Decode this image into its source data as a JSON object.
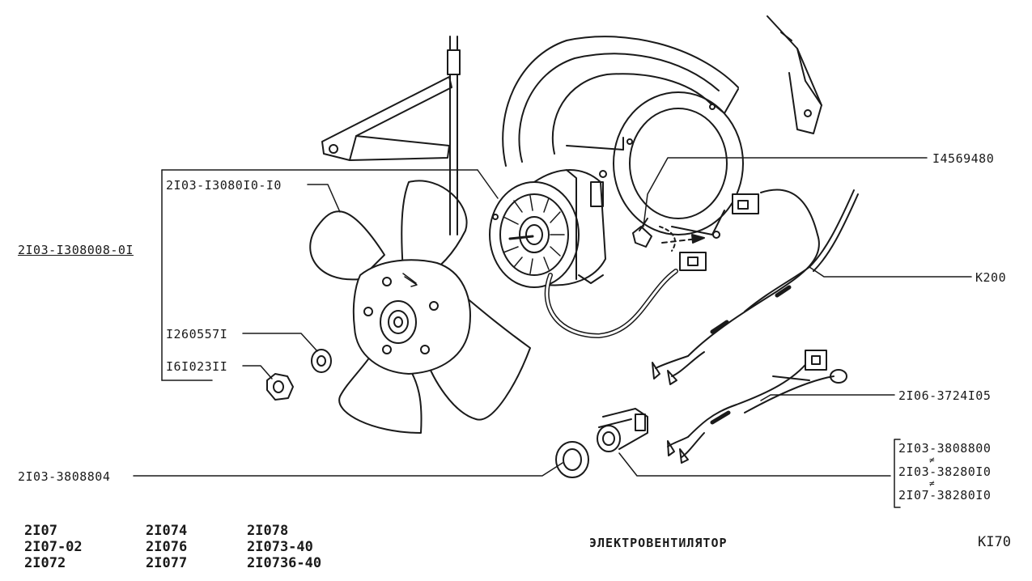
{
  "part_labels": {
    "main_assembly": "2I03-I308008-0I",
    "fan": "2I03-I3080I0-I0",
    "washer": "I260557I",
    "nut": "I6I023II",
    "motor_clip": "I4569480",
    "harness": "K200",
    "wire_set": "2I06-3724I05",
    "gasket": "2I03-3808804",
    "sensor_1": "2I03-3808800",
    "sensor_2": "2I03-38280I0",
    "sensor_3": "2I07-38280I0"
  },
  "not_equal_mark": "≠",
  "models": {
    "col1": [
      "2I07",
      "2I07-02",
      "2I072"
    ],
    "col2": [
      "2I074",
      "2I076",
      "2I077"
    ],
    "col3": [
      "2I078",
      "2I073-40",
      "2I0736-40"
    ]
  },
  "title": "ЭЛЕКТРОВЕНТИЛЯТОР",
  "sheet_code": "KI70"
}
